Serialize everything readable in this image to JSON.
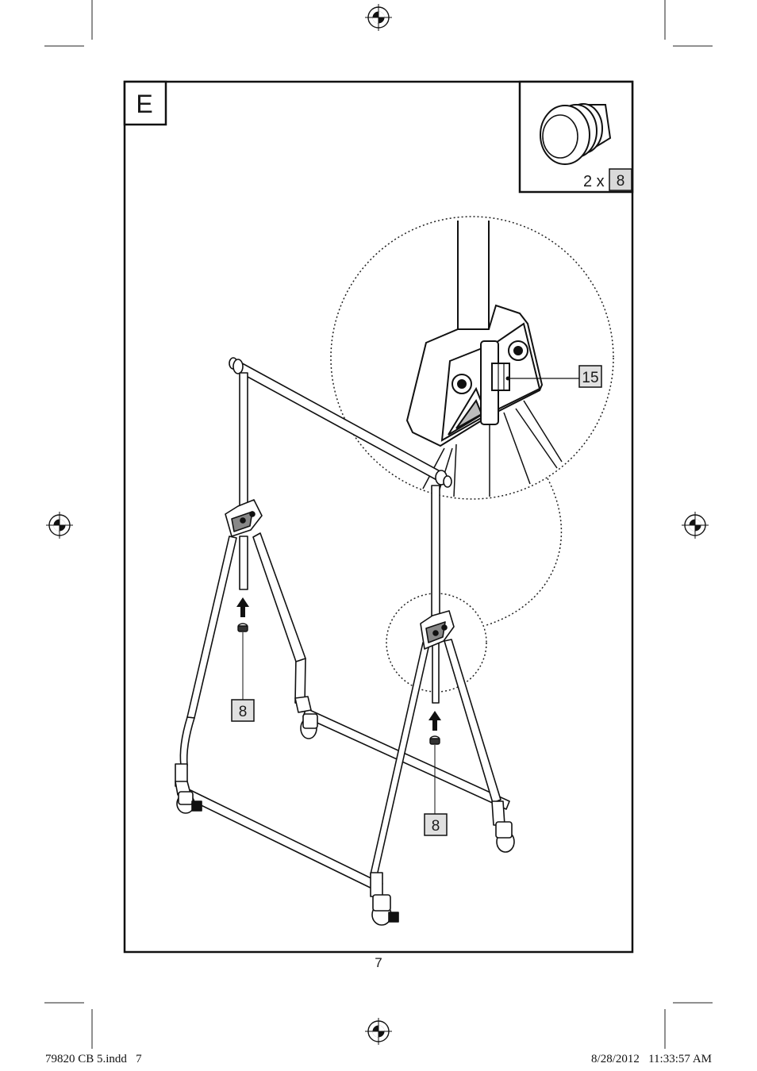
{
  "step": {
    "letter": "E"
  },
  "parts_inset": {
    "quantity_label": "2 x",
    "part_number": "8"
  },
  "callouts": {
    "detail_part": "15",
    "left_cap_part": "8",
    "right_cap_part": "8"
  },
  "page": {
    "number": "7"
  },
  "footer": {
    "file_info": "79820 CB 5.indd   7",
    "timestamp": "8/28/2012   11:33:57 AM"
  }
}
